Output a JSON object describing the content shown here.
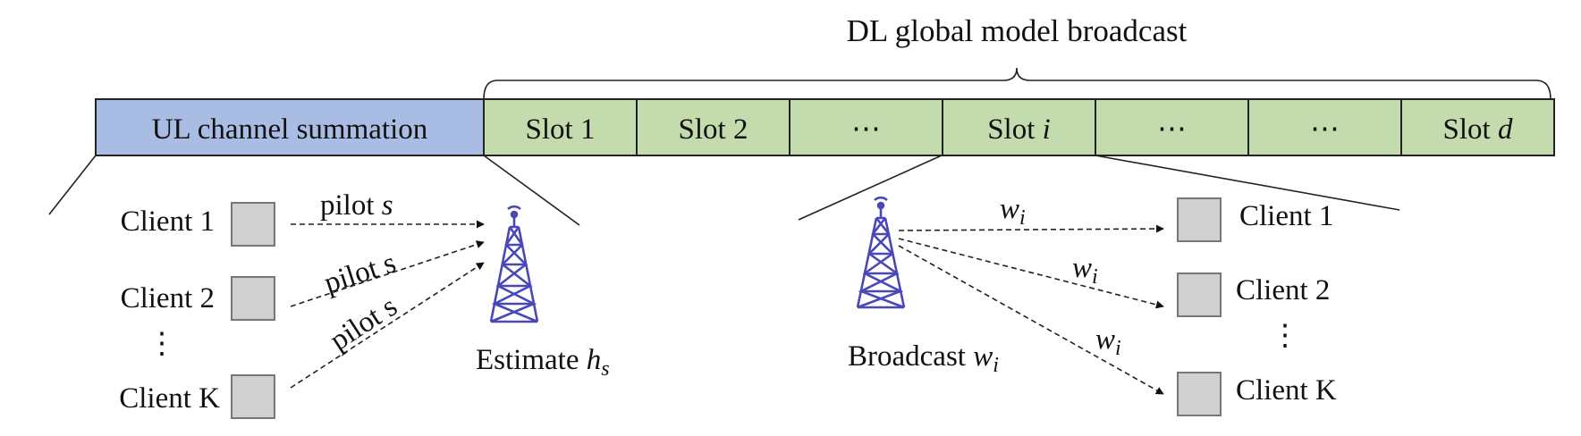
{
  "header": {
    "title": "DL global model broadcast"
  },
  "bar": {
    "ul_label": "UL channel summation",
    "slots": [
      {
        "text": "Slot 1",
        "math": ""
      },
      {
        "text": "Slot 2",
        "math": ""
      },
      {
        "text": "⋯",
        "math": ""
      },
      {
        "text": "Slot ",
        "math": "i"
      },
      {
        "text": "⋯",
        "math": ""
      },
      {
        "text": "⋯",
        "math": ""
      },
      {
        "text": "Slot ",
        "math": "d"
      }
    ],
    "colors": {
      "ul": "#a9bce3",
      "slot": "#c3dbad",
      "antenna": "#4a48b8"
    }
  },
  "uplink": {
    "clients": [
      "Client 1",
      "Client 2",
      "Client K"
    ],
    "ellipsis": "⋮",
    "pilot_labels": [
      {
        "text": "pilot ",
        "math": "s"
      },
      {
        "text": "pilot s",
        "math": ""
      },
      {
        "text": "pilot s",
        "math": ""
      }
    ],
    "estimate": {
      "text": "Estimate ",
      "math": "h",
      "sub": "s"
    },
    "antenna_icon": "antenna-tower-icon"
  },
  "downlink": {
    "clients": [
      "Client 1",
      "Client 2",
      "Client K"
    ],
    "ellipsis": "⋮",
    "weight": {
      "math": "w",
      "sub": "i"
    },
    "broadcast": {
      "text": "Broadcast ",
      "math": "w",
      "sub": "i"
    },
    "antenna_icon": "antenna-tower-icon"
  }
}
